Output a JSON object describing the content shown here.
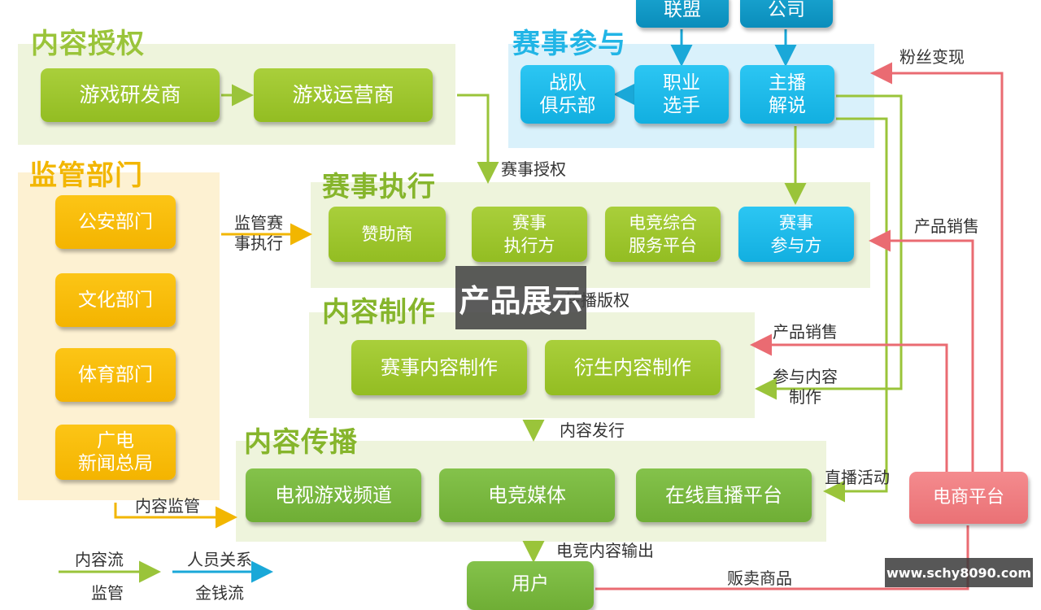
{
  "colors": {
    "green_flow": "#9ac43a",
    "red_flow": "#ea6b72",
    "blue_flow": "#1aa8d8",
    "orange_flow": "#f2b600"
  },
  "panels": {
    "content_license": "内容授权",
    "regulators": "监管部门",
    "event_participation": "赛事参与",
    "event_execution": "赛事执行",
    "content_production": "内容制作",
    "content_distribution": "内容传播"
  },
  "nodes": {
    "league": "联盟",
    "company": "公司",
    "game_developer": "游戏研发商",
    "game_operator": "游戏运营商",
    "team_club": "战队\n俱乐部",
    "pro_player": "职业\n选手",
    "host_commentator": "主播\n解说",
    "police": "公安部门",
    "culture": "文化部门",
    "sports": "体育部门",
    "broadcast": "广电\n新闻总局",
    "sponsor": "赞助商",
    "event_executor": "赛事\n执行方",
    "esports_service": "电竞综合\n服务平台",
    "event_participant": "赛事\n参与方",
    "event_content": "赛事内容制作",
    "derivative_content": "衍生内容制作",
    "tv_channel": "电视游戏频道",
    "esports_media": "电竞媒体",
    "live_platform": "在线直播平台",
    "ecommerce": "电商平台",
    "user": "用户"
  },
  "labels": {
    "fan_monetization": "粉丝变现",
    "event_license": "赛事授权",
    "supervision_execution": "监管赛\n事执行",
    "product_sales_1": "产品销售",
    "broadcast_rights": "转播版权",
    "product_sales_2": "产品销售",
    "participate_content": "参与内容\n制作",
    "content_release": "内容发行",
    "live_events": "直播活动",
    "content_supervision": "内容监管",
    "esports_output": "电竞内容输出",
    "sell_goods": "贩卖商品"
  },
  "legend": {
    "content_flow": "内容流",
    "personnel": "人员关系",
    "supervision": "监管",
    "money_flow": "金钱流"
  },
  "overlay": {
    "title": "产品展示"
  },
  "watermark": "www.schy8090.com"
}
